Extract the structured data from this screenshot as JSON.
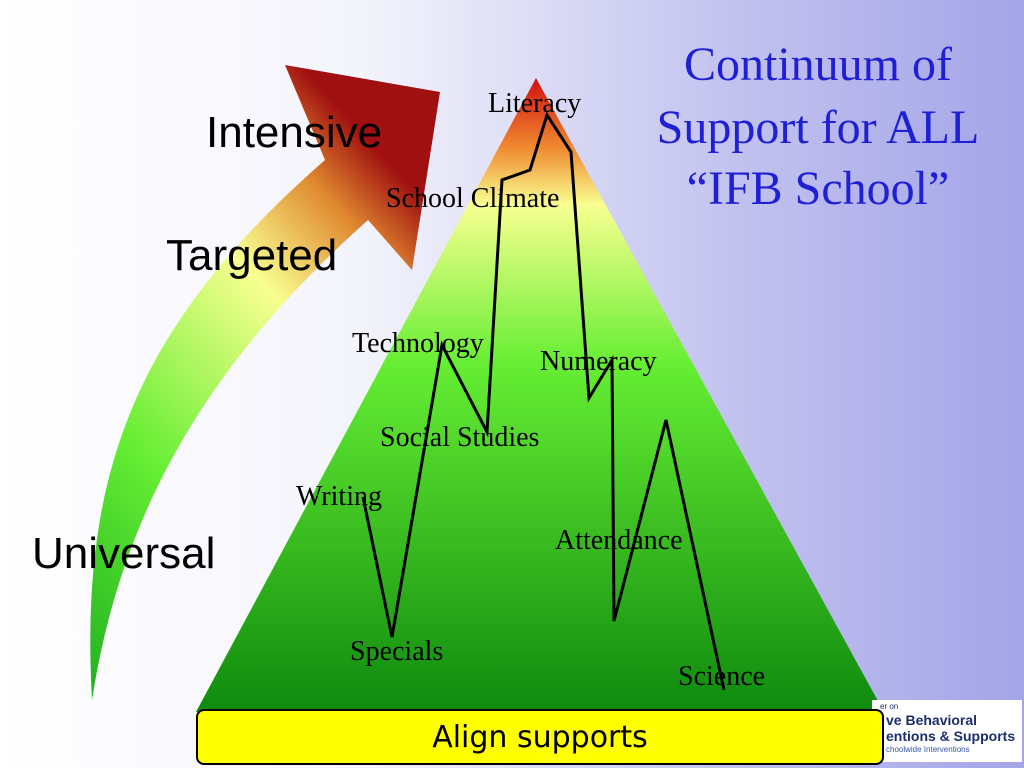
{
  "title": {
    "line1": "Continuum of",
    "line2": "Support for ALL",
    "line3": "“IFB School”"
  },
  "tiers": {
    "intensive": "Intensive",
    "targeted": "Targeted",
    "universal": "Universal"
  },
  "subjects": {
    "literacy": "Literacy",
    "school_climate": "School Climate",
    "technology": "Technology",
    "numeracy": "Numeracy",
    "social_studies": "Social Studies",
    "writing": "Writing",
    "attendance": "Attendance",
    "specials": "Specials",
    "science": "Science"
  },
  "banner": {
    "label": "Align supports"
  },
  "logo": {
    "line1": "er on",
    "line2": "ve Behavioral",
    "line3": "entions & Supports",
    "line4": "choolwide Interventions"
  },
  "colors": {
    "title": "#1f1fd6",
    "banner": "#ffff00",
    "pyramid_top": "#d01010",
    "pyramid_mid": "#f0ff80",
    "pyramid_bottom": "#0e8a0e"
  }
}
